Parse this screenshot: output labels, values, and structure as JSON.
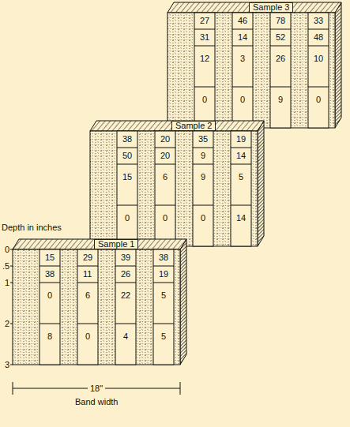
{
  "diagram": {
    "nodes": [
      {
        "text": [
          "Sample 3"
        ]
      },
      {
        "text": [
          "Sample 2"
        ]
      },
      {
        "text": [
          "Sample 1"
        ]
      }
    ],
    "labels": [
      "27",
      "46",
      "78",
      "33",
      "31",
      "14",
      "52",
      "48",
      "12",
      "3",
      "26",
      "10",
      "0",
      "0",
      "9",
      "0",
      "38",
      "20",
      "35",
      "19",
      "50",
      "20",
      "9",
      "14",
      "15",
      "6",
      "9",
      "5",
      "0",
      "0",
      "0",
      "14",
      "15",
      "29",
      "39",
      "38",
      "38",
      "11",
      "26",
      "19",
      "0",
      "6",
      "22",
      "5",
      "8",
      "0",
      "4",
      "5",
      "Depth in inches",
      "0",
      ".5",
      "1",
      "2",
      "3",
      "18\"",
      "Band width"
    ]
  }
}
